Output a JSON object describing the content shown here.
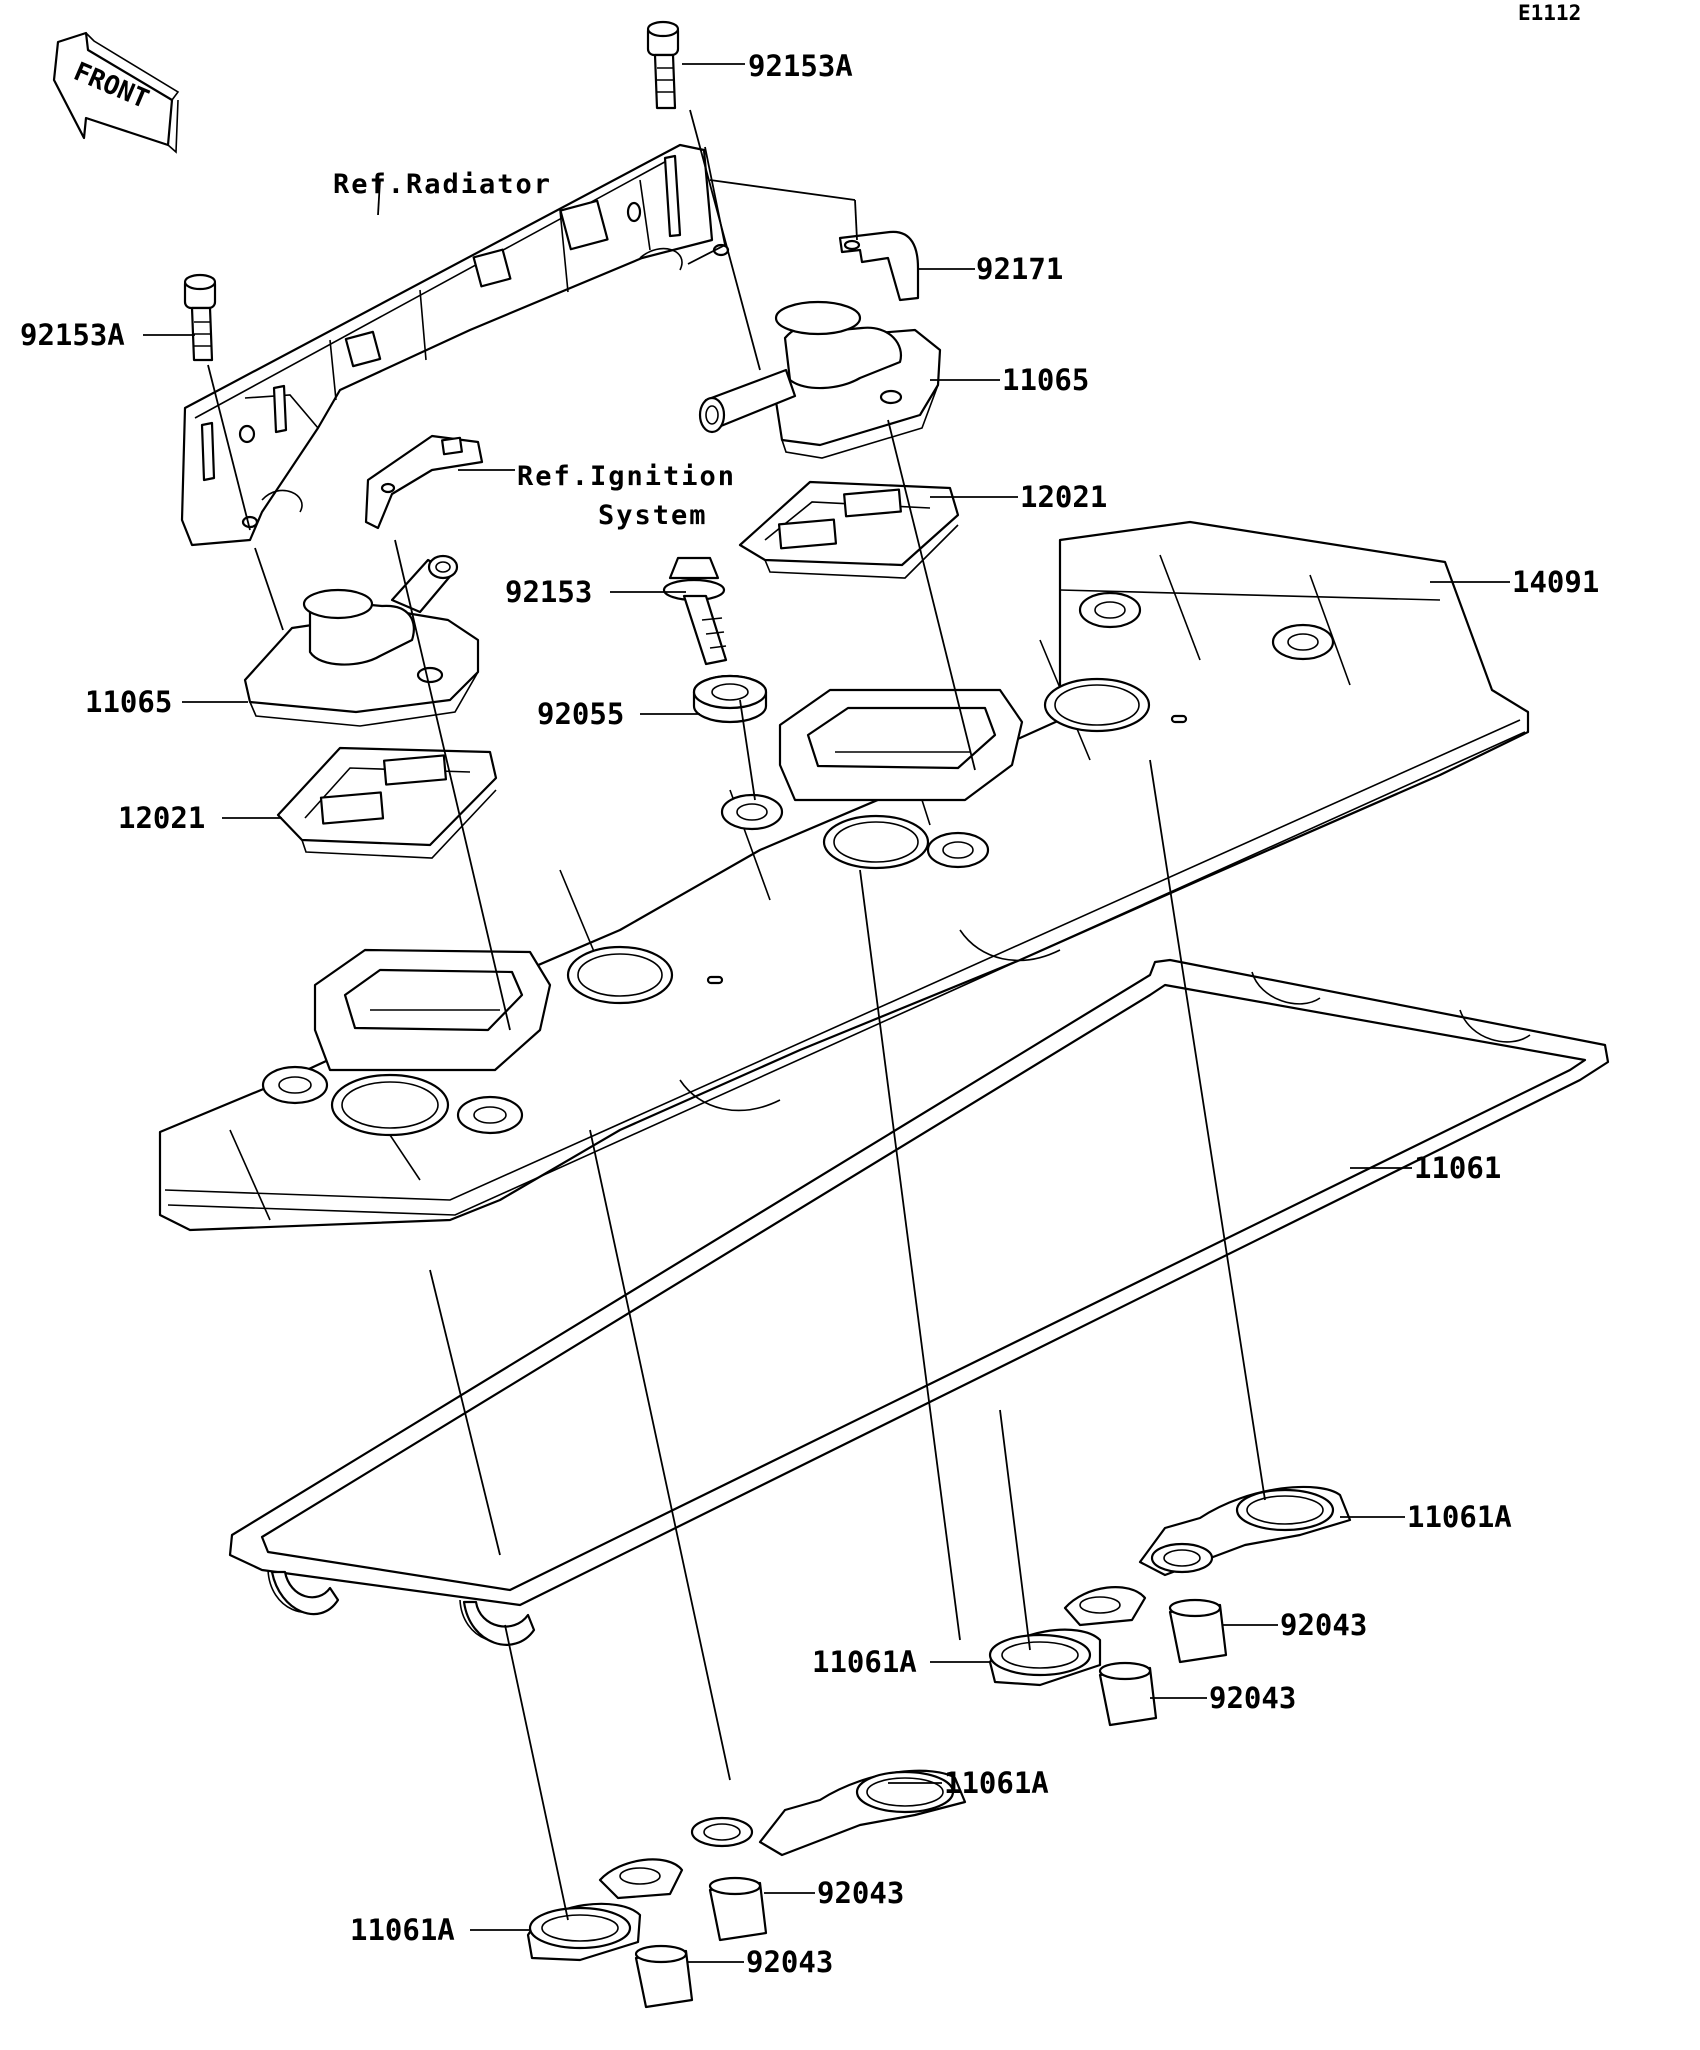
{
  "diagram_code": "E1112",
  "front_label": "FRONT",
  "labels": {
    "bolt_top": "92153A",
    "bolt_left": "92153A",
    "clip": "92171",
    "breather_right": "11065",
    "breather_left": "11065",
    "gasket_right": "12021",
    "gasket_left": "12021",
    "cover": "14091",
    "bolt_center": "92153",
    "washer": "92055",
    "head_gasket": "11061",
    "plug_gasket_a": "11061A",
    "plug_gasket_b": "11061A",
    "plug_gasket_c": "11061A",
    "plug_gasket_d": "11061A",
    "dowel_a": "92043",
    "dowel_b": "92043",
    "dowel_c": "92043",
    "dowel_d": "92043"
  },
  "references": {
    "radiator": "Ref.Radiator",
    "ignition_line1": "Ref.Ignition",
    "ignition_line2": "System"
  },
  "colors": {
    "ink": "#000000",
    "paper": "#ffffff"
  }
}
